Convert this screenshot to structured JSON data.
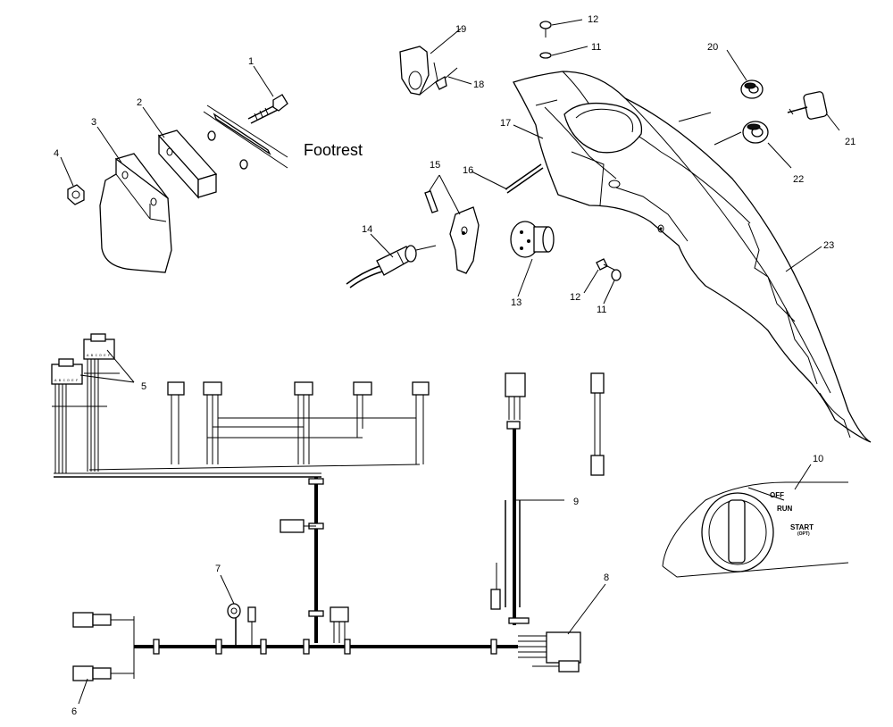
{
  "labels": {
    "footrest": "Footrest",
    "switch_off": "OFF",
    "switch_run": "RUN",
    "switch_start": "START",
    "switch_opt": "(OPT)"
  },
  "callouts": {
    "c1": "1",
    "c2": "2",
    "c3": "3",
    "c4": "4",
    "c5": "5",
    "c6": "6",
    "c7": "7",
    "c8": "8",
    "c9": "9",
    "c10": "10",
    "c11a": "11",
    "c11b": "11",
    "c12a": "12",
    "c12b": "12",
    "c13": "13",
    "c14": "14",
    "c15": "15",
    "c16": "16",
    "c17": "17",
    "c18": "18",
    "c19": "19",
    "c20": "20",
    "c21": "21",
    "c22": "22",
    "c23": "23"
  },
  "connector_pins": {
    "left": "A B C D E F",
    "top": "A B C D E F"
  }
}
